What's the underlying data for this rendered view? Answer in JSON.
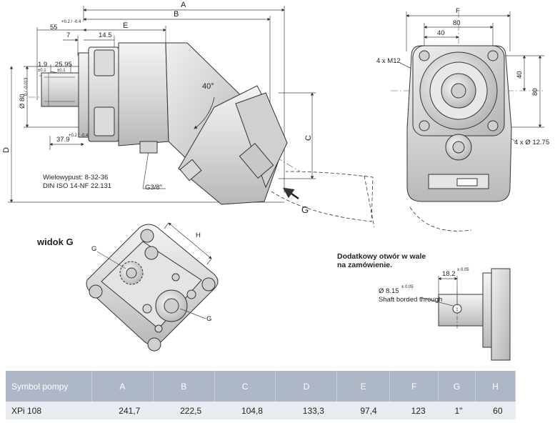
{
  "dims": {
    "A": "A",
    "B": "B",
    "E": "E",
    "C": "C",
    "D": "D",
    "F": "F",
    "d55": "55",
    "tol55": "+0.2 / -0.4",
    "d7": "7",
    "d14_5": "14.5",
    "d1_9": "1.9",
    "d25_95": "25.95",
    "tol_small": "±0.1",
    "d80shaft": "Ø 80",
    "tol80": "0 / -0.013",
    "d37_9": "37.9",
    "tol37": "+0.2 / -0.4",
    "angle": "40°",
    "spline": "Wielowypust: 8-32-36",
    "norm": "DIN ISO 14-NF 22.131",
    "port": "G3/8\"",
    "arrowG": "G",
    "r80": "80",
    "r40": "40",
    "v40": "40",
    "v80": "80",
    "m12": "4 x M12",
    "hole": "4 x Ø 12.75"
  },
  "viewG": {
    "title": "widok G",
    "h": "H",
    "g1": "G",
    "g2": "G"
  },
  "extra": {
    "note_line1": "Dodatkowy otwór w wale",
    "note_line2": "na zamówienie.",
    "d18": "18.2",
    "tol18": "± 0.05",
    "d8": "Ø 8.15",
    "tol8": "± 0.05",
    "bored": "Shaft borded through"
  },
  "table": {
    "headers": [
      "Symbol pompy",
      "A",
      "B",
      "C",
      "D",
      "E",
      "F",
      "G",
      "H"
    ],
    "rows": [
      [
        "XPi 108",
        "241,7",
        "222,5",
        "104,8",
        "133,3",
        "97,4",
        "123",
        "1\"",
        "60"
      ]
    ]
  },
  "colors": {
    "header_bg": "#aeb7c6",
    "row_bg": "#e9ecf1",
    "line": "#333333"
  }
}
